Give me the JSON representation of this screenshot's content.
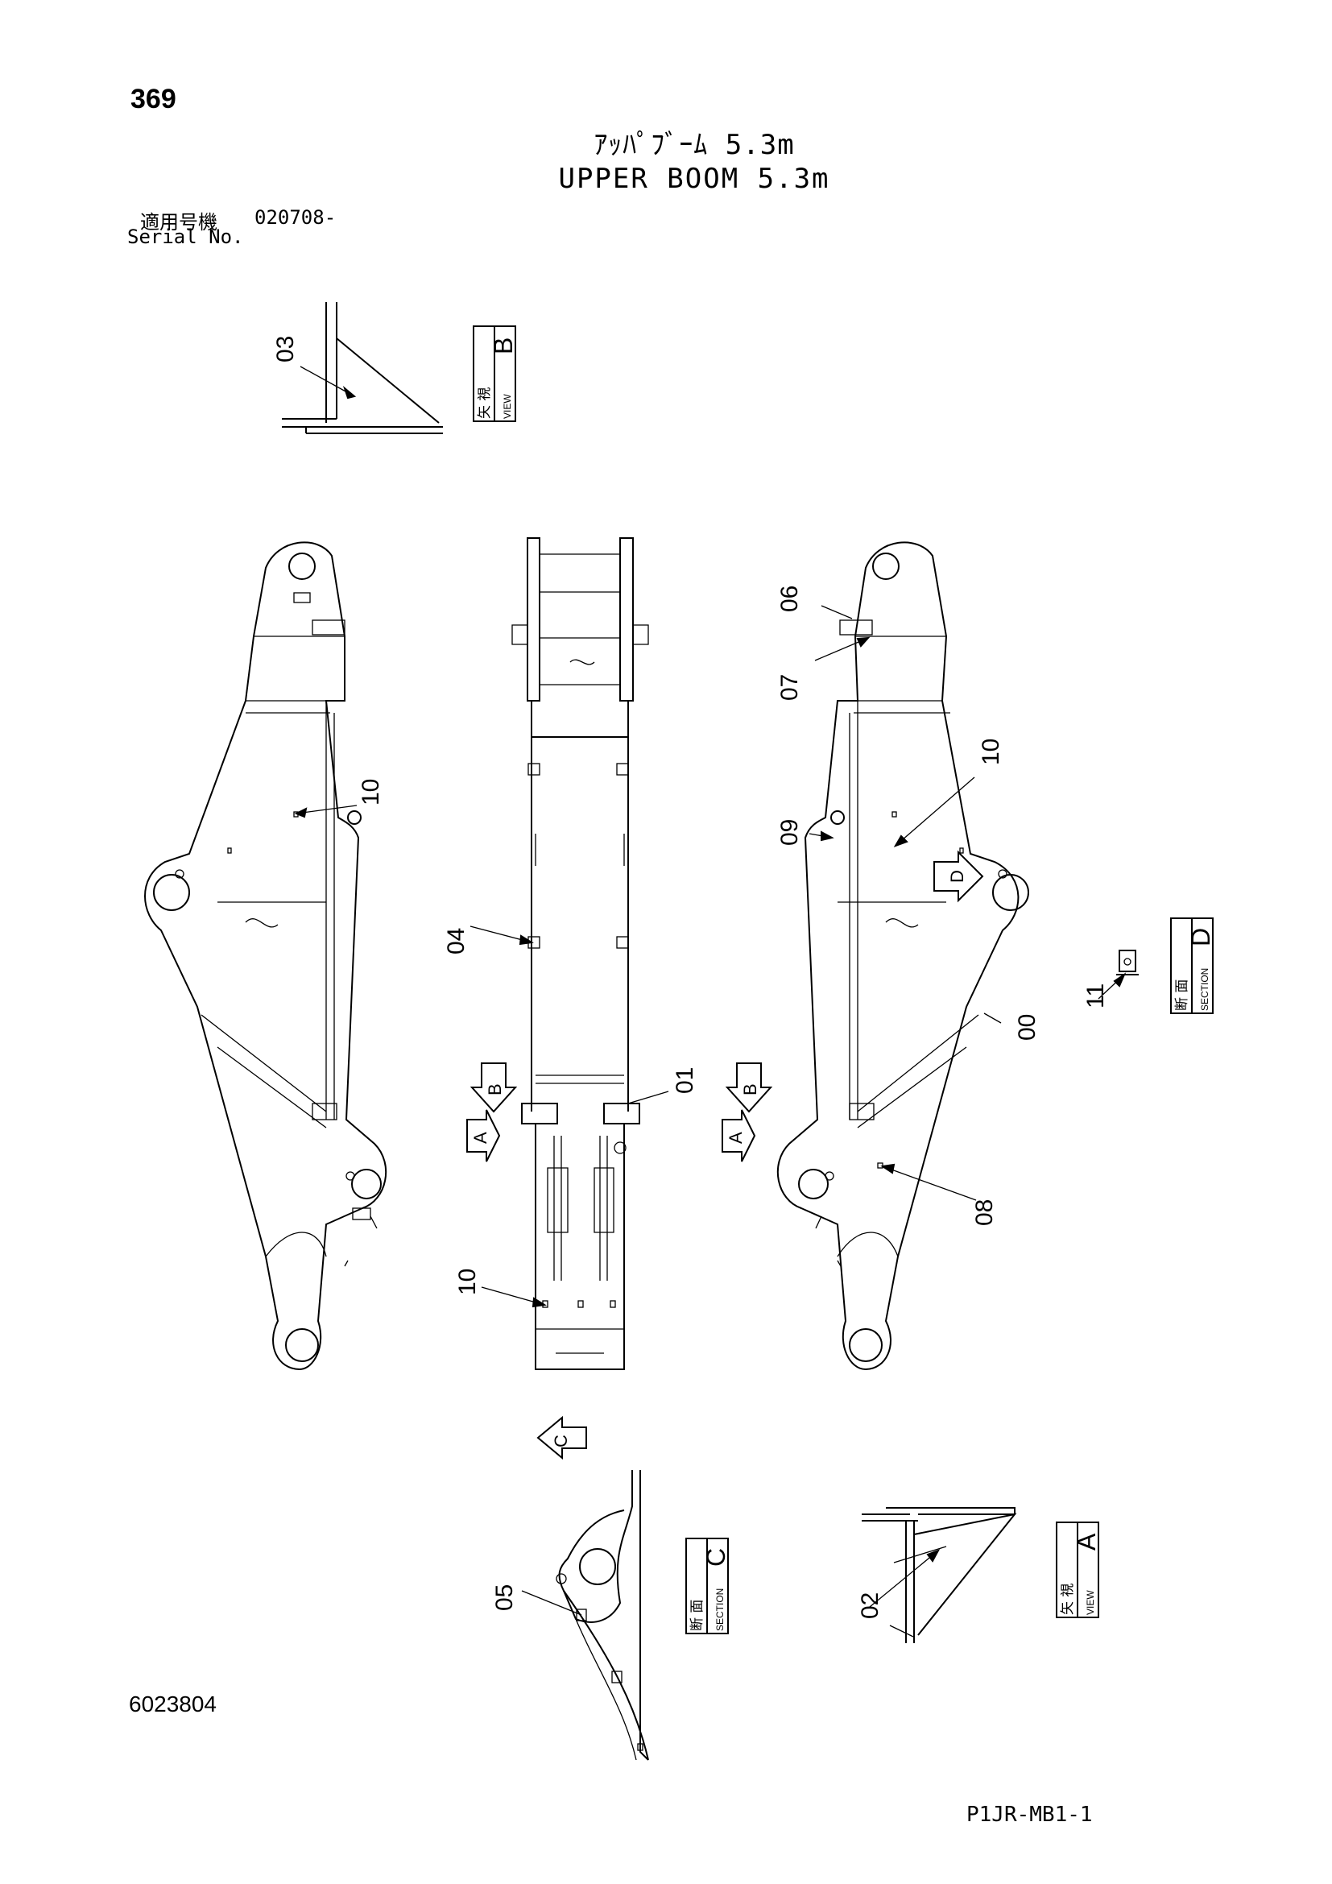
{
  "page_number": "369",
  "title_jp": "ｱｯﾊﾟﾌﾞｰﾑ 5.3m",
  "title_en": "UPPER BOOM 5.3m",
  "serial": {
    "label_jp": "適用号機",
    "value": "020708-",
    "label_en": "Serial No."
  },
  "part_labels": {
    "p00": "00",
    "p01": "01",
    "p02": "02",
    "p03": "03",
    "p04": "04",
    "p05": "05",
    "p06": "06",
    "p07": "07",
    "p08": "08",
    "p09": "09",
    "p10a": "10",
    "p10b": "10",
    "p10c": "10",
    "p11": "11"
  },
  "views": {
    "view_b": {
      "letter": "B",
      "jp": "矢 視",
      "en": "VIEW"
    },
    "view_a": {
      "letter": "A",
      "jp": "矢 視",
      "en": "VIEW"
    },
    "section_c": {
      "letter": "C",
      "jp": "断 面",
      "en": "SECTION"
    },
    "section_d": {
      "letter": "D",
      "jp": "断 面",
      "en": "SECTION"
    }
  },
  "arrow_markers": {
    "a_left": "A",
    "b_left": "B",
    "a_right": "A",
    "b_right": "B",
    "c_marker": "C",
    "d_marker": "D"
  },
  "drawing_number": "6023804",
  "page_code": "P1JR-MB1-1"
}
